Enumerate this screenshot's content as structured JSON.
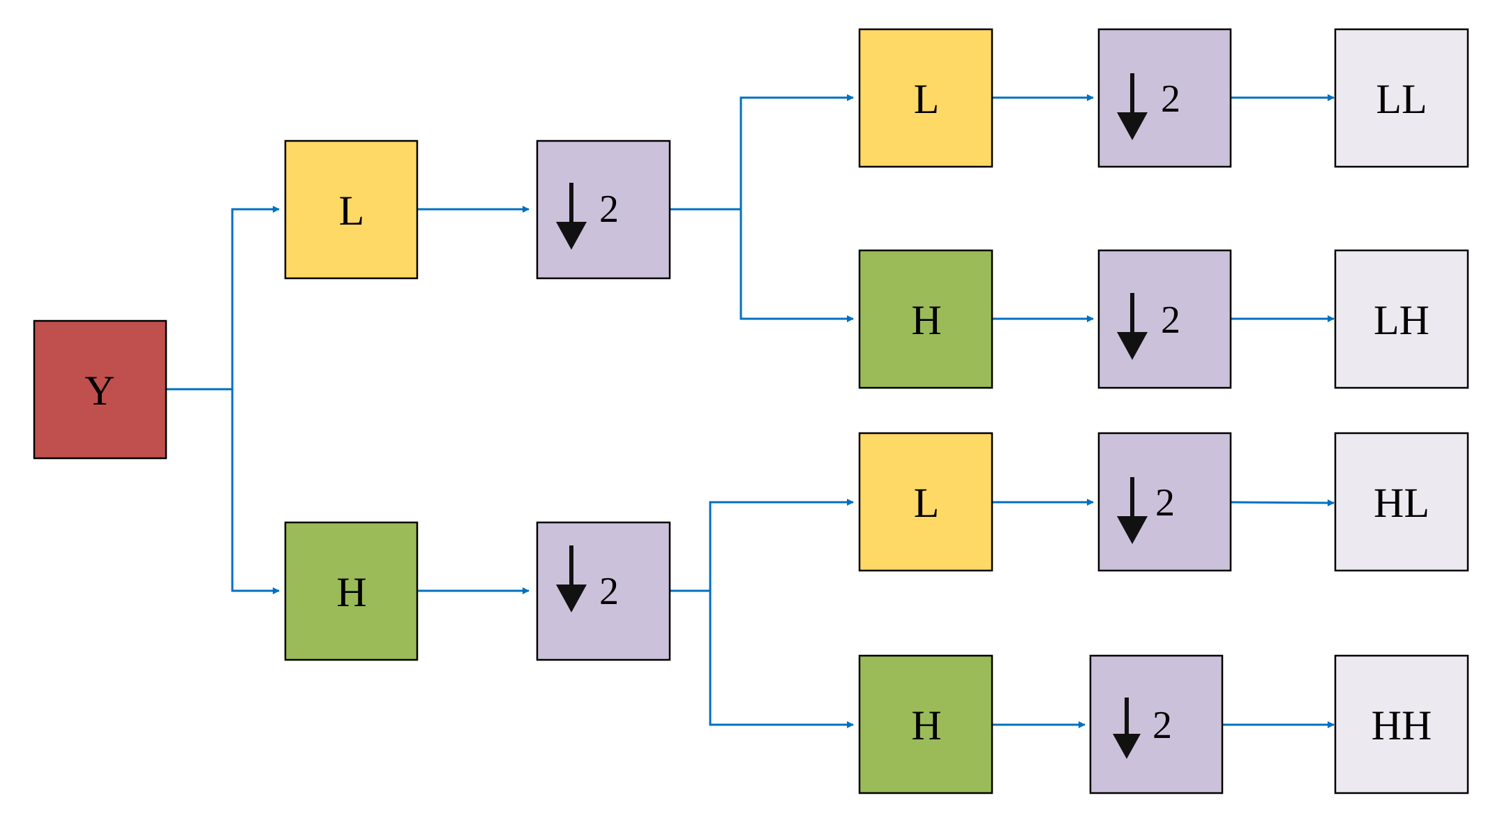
{
  "colors": {
    "input": "#C0504D",
    "lowpass": "#FFD966",
    "highpass": "#9BBB59",
    "downsample": "#CCC1DA",
    "output": "#ECEAF0",
    "edge": "#0070C0"
  },
  "input": {
    "label": "Y"
  },
  "level1": {
    "lowpass": {
      "label": "L"
    },
    "highpass": {
      "label": "H"
    },
    "down_low": {
      "label": "2",
      "icon": "down-arrow-icon"
    },
    "down_high": {
      "label": "2",
      "icon": "down-arrow-icon"
    }
  },
  "level2": {
    "low_branch": {
      "lowpass": {
        "label": "L"
      },
      "highpass": {
        "label": "H"
      },
      "down_low": {
        "label": "2",
        "icon": "down-arrow-icon"
      },
      "down_high": {
        "label": "2",
        "icon": "down-arrow-icon"
      }
    },
    "high_branch": {
      "lowpass": {
        "label": "L"
      },
      "highpass": {
        "label": "H"
      },
      "down_low": {
        "label": "2",
        "icon": "down-arrow-icon"
      },
      "down_high": {
        "label": "2",
        "icon": "down-arrow-icon"
      }
    }
  },
  "outputs": [
    {
      "label": "LL"
    },
    {
      "label": "LH"
    },
    {
      "label": "HL"
    },
    {
      "label": "HH"
    }
  ]
}
